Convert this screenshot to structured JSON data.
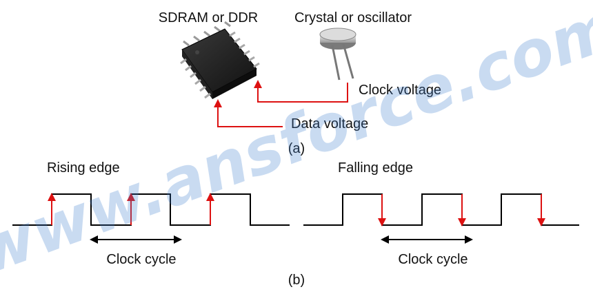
{
  "panel_a": {
    "chip_label": "SDRAM or DDR",
    "crystal_label": "Crystal or oscillator",
    "clock_voltage_label": "Clock voltage",
    "data_voltage_label": "Data voltage",
    "caption": "(a)"
  },
  "panel_b": {
    "rising_title": "Rising edge",
    "falling_title": "Falling edge",
    "left_cycle_label": "Clock cycle",
    "right_cycle_label": "Clock cycle",
    "caption": "(b)"
  },
  "watermark": "www.ansforce.com",
  "colors": {
    "arrow": "#dd1111",
    "signal": "#000000",
    "chip": "#1c1c1c",
    "crystal": "#c8c8c8",
    "watermark": "#3f7fcf"
  }
}
